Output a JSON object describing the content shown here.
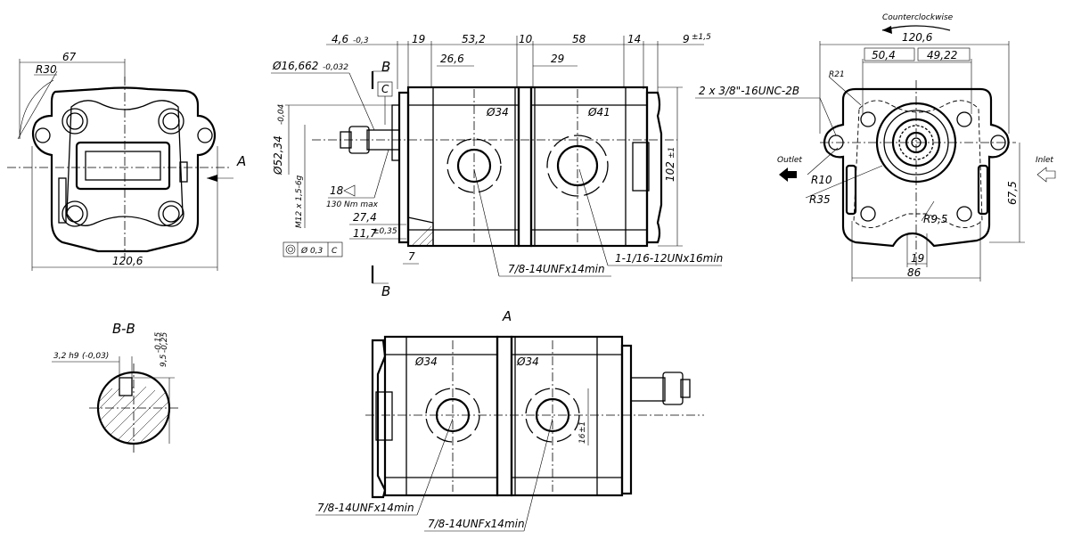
{
  "view_labels": {
    "section_bb": "B-B",
    "view_a": "A",
    "arrow_a": "A",
    "section_top": "B",
    "section_bottom": "B"
  },
  "front": {
    "dim_67": "67",
    "dim_r30": "R30",
    "dim_width": "120,6"
  },
  "side": {
    "dim_4_6": "4,6",
    "tol_4_6": "-0,3",
    "dim_19": "19",
    "dim_53_2": "53,2",
    "dim_10": "10",
    "dim_58": "58",
    "dim_14": "14",
    "dim_9": "9",
    "tol_9": "±1,5",
    "dim_26_6": "26,6",
    "dim_29": "29",
    "dim_shaft_dia": "Ø16,662",
    "tol_shaft_dia": "-0,032",
    "dim_pilot": "Ø52,34",
    "tol_pilot": "-0,04",
    "dim_thread": "M12 x 1,5-6g",
    "dim_18": "18",
    "torque": "130 Nm max",
    "dim_27_4": "27,4",
    "dim_11_7": "11,7",
    "tol_11_7": "±0,35",
    "dim_7": "7",
    "dim_phi34": "Ø34",
    "dim_phi41": "Ø41",
    "dim_102": "102",
    "tol_102": "±1",
    "datum_c": "C",
    "fcf_value": "Ø 0,3",
    "fcf_datum": "C",
    "port_small": "7/8-14UNFx14min",
    "port_large": "1-1/16-12UNx16min"
  },
  "rear": {
    "rotation": "Counterclockwise",
    "dim_120_6": "120,6",
    "dim_50_4": "50,4",
    "dim_49_22": "49,22",
    "dim_r21": "R21",
    "holes": "2 x 3/8\"-16UNC-2B",
    "outlet": "Outlet",
    "inlet": "Inlet",
    "dim_r10": "R10",
    "dim_r35": "R35",
    "dim_r9_5": "R9,5",
    "dim_67_5": "67,5",
    "dim_19": "19",
    "dim_86": "86"
  },
  "section": {
    "key": "3,2 h9",
    "key_tol": "(-0,03)",
    "depth": "9,5",
    "depth_tol_hi": "-0,15",
    "depth_tol_lo": "-0,25"
  },
  "bottom": {
    "dim_phi34_a": "Ø34",
    "dim_phi34_b": "Ø34",
    "dim_16": "16",
    "tol_16": "±1",
    "port_a": "7/8-14UNFx14min",
    "port_b": "7/8-14UNFx14min"
  }
}
